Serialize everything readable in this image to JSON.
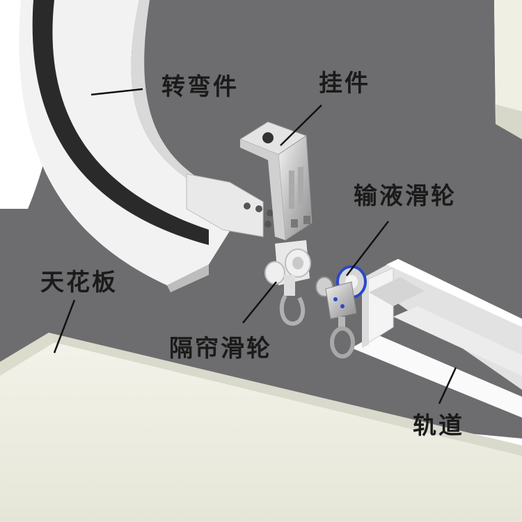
{
  "labels": {
    "turn_piece": "转弯件",
    "hanger": "挂件",
    "iv_pulley": "输液滑轮",
    "ceiling": "天花板",
    "curtain_pulley": "隔帘滑轮",
    "track": "轨道"
  },
  "colors": {
    "ceiling_gray": "#6d6d6f",
    "white_part": "#f4f4f4",
    "ceiling_panel": "#f1f1e6",
    "text": "#1a1a1a",
    "leader_line": "#111111",
    "iv_ring_blue": "#2a48c8"
  }
}
